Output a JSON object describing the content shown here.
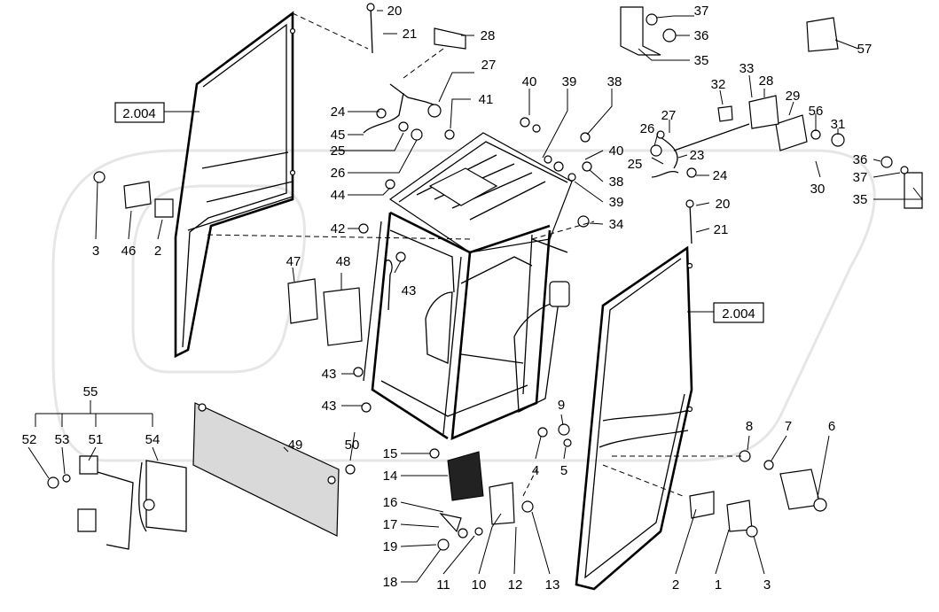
{
  "ref_labels": [
    "2.004",
    "2.004"
  ],
  "callouts": [
    "1",
    "2",
    "2",
    "3",
    "3",
    "4",
    "5",
    "6",
    "7",
    "8",
    "9",
    "10",
    "11",
    "12",
    "13",
    "14",
    "15",
    "16",
    "17",
    "18",
    "19",
    "20",
    "20",
    "21",
    "21",
    "23",
    "24",
    "24",
    "25",
    "25",
    "26",
    "26",
    "27",
    "27",
    "28",
    "28",
    "29",
    "30",
    "31",
    "32",
    "33",
    "34",
    "35",
    "35",
    "36",
    "36",
    "37",
    "37",
    "38",
    "38",
    "39",
    "39",
    "40",
    "40",
    "41",
    "42",
    "43",
    "43",
    "43",
    "44",
    "45",
    "46",
    "47",
    "48",
    "49",
    "50",
    "51",
    "52",
    "53",
    "54",
    "55",
    "56",
    "57"
  ]
}
